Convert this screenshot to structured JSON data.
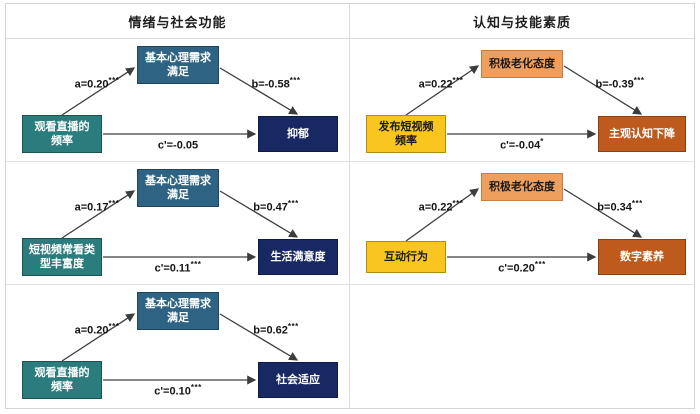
{
  "columns": [
    {
      "title": "情绪与社会功能"
    },
    {
      "title": "认知与技能素质"
    }
  ],
  "colors": {
    "left_predictor_fill": "#2b7c7d",
    "left_mediator_fill": "#2e6383",
    "left_outcome_fill": "#182863",
    "right_predictor_fill": "#f8c61e",
    "right_mediator_fill": "#ef9f5d",
    "right_outcome_fill": "#bf5a1d",
    "arrow": "#3d3d3d",
    "grid_line": "#dcdcdc",
    "background": "#ffffff"
  },
  "diagrams": [
    {
      "column": "情绪与社会功能",
      "x": {
        "label": "观看直播的\n频率"
      },
      "m": {
        "label": "基本心理需求\n满足"
      },
      "y": {
        "label": "抑郁"
      },
      "a": {
        "text": "a=0.20",
        "stars": "***"
      },
      "b": {
        "text": "b=-0.58",
        "stars": "***"
      },
      "c": {
        "text": "c'=-0.05",
        "stars": ""
      }
    },
    {
      "column": "认知与技能素质",
      "x": {
        "label": "发布短视频\n频率"
      },
      "m": {
        "label": "积极老化态度"
      },
      "y": {
        "label": "主观认知下降"
      },
      "a": {
        "text": "a=0.22",
        "stars": "***"
      },
      "b": {
        "text": "b=-0.39",
        "stars": "***"
      },
      "c": {
        "text": "c'=-0.04",
        "stars": "*"
      }
    },
    {
      "column": "情绪与社会功能",
      "x": {
        "label": "短视频常看类\n型丰富度"
      },
      "m": {
        "label": "基本心理需求\n满足"
      },
      "y": {
        "label": "生活满意度"
      },
      "a": {
        "text": "a=0.17",
        "stars": "***"
      },
      "b": {
        "text": "b=0.47",
        "stars": "***"
      },
      "c": {
        "text": "c'=0.11",
        "stars": "***"
      }
    },
    {
      "column": "认知与技能素质",
      "x": {
        "label": "互动行为"
      },
      "m": {
        "label": "积极老化态度"
      },
      "y": {
        "label": "数字素养"
      },
      "a": {
        "text": "a=0.22",
        "stars": "***"
      },
      "b": {
        "text": "b=0.34",
        "stars": "***"
      },
      "c": {
        "text": "c'=0.20",
        "stars": "***"
      }
    },
    {
      "column": "情绪与社会功能",
      "x": {
        "label": "观看直播的\n频率"
      },
      "m": {
        "label": "基本心理需求\n满足"
      },
      "y": {
        "label": "社会适应"
      },
      "a": {
        "text": "a=0.20",
        "stars": "***"
      },
      "b": {
        "text": "b=0.62",
        "stars": "***"
      },
      "c": {
        "text": "c'=0.10",
        "stars": "***"
      }
    }
  ]
}
